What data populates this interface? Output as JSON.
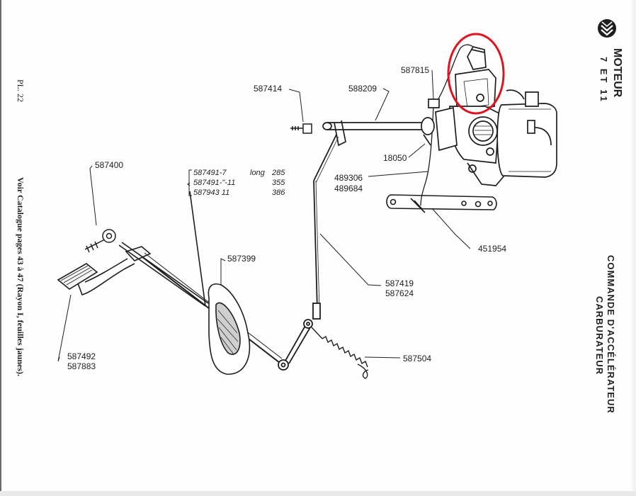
{
  "header": {
    "plate": "PL. 22",
    "title": "MOTEUR",
    "subtitle": "7 ET 11"
  },
  "section": {
    "line1": "COMMANDE D'ACCÉLÉRATEUR",
    "line2": "CARBURATEUR"
  },
  "note": "Voir Catalogue pages 43 à 47 (Rayon I, feuilles jaunes).",
  "parts": {
    "p587815": "587815",
    "p587414": "587414",
    "p588209": "588209",
    "p18050": "18050",
    "p489306": "489306",
    "p489684": "489684",
    "p451954": "451954",
    "p587400": "587400",
    "p587399": "587399",
    "p587419": "587419",
    "p587624": "587624",
    "p587504": "587504",
    "p587492": "587492",
    "p587883": "587883"
  },
  "cables": [
    {
      "ref": "587491-7",
      "word": "long",
      "len": "285"
    },
    {
      "ref": "587491-\"-11",
      "word": "",
      "len": "355"
    },
    {
      "ref": "587943 11",
      "word": "",
      "len": "386"
    }
  ],
  "colors": {
    "ink": "#1e1e1e",
    "highlight": "#e0141e"
  }
}
